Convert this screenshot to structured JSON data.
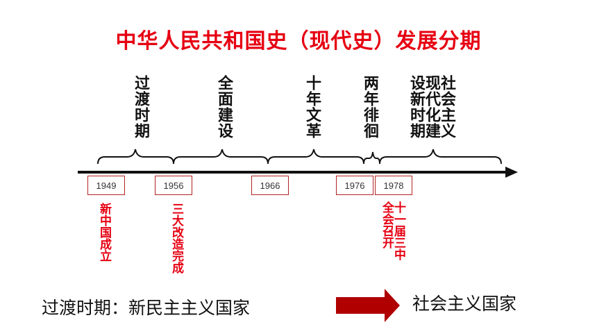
{
  "title": "中华人民共和国史（现代史）发展分期",
  "periods": [
    {
      "label": "过渡时期"
    },
    {
      "label": "全面建设"
    },
    {
      "label": "十年文革"
    },
    {
      "label": "两年徘徊"
    },
    {
      "label_right": "社会主义",
      "label_left": "现代化建设新时期"
    }
  ],
  "years": [
    "1949",
    "1956",
    "1966",
    "1976",
    "1978"
  ],
  "events": [
    {
      "label": "新中国成立"
    },
    {
      "label": "三大改造完成"
    },
    {
      "label": "十一届三中全会召开"
    }
  ],
  "bottom": {
    "left_text": "过渡时期：新民主主义国家",
    "right_text": "社会主义国家"
  },
  "colors": {
    "accent_red": "#e60012",
    "arrow_dark_red": "#b00000",
    "timeline": "#111111"
  }
}
